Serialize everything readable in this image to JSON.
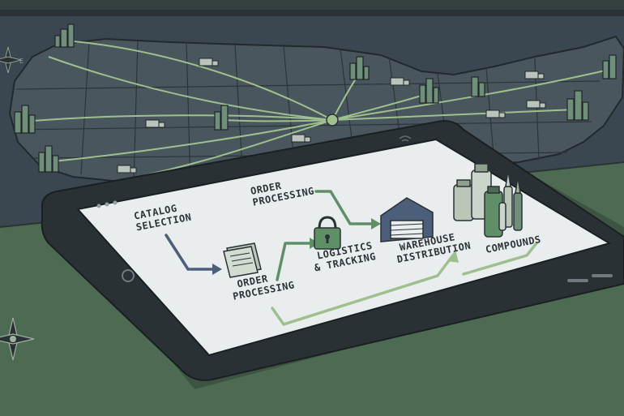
{
  "colors": {
    "map_bg": "#3a4650",
    "land": "#4a565e",
    "route": "#9fc08e",
    "table": "#4d6a52",
    "tablet_body": "#2a3135",
    "screen": "#e9edee",
    "accent_green": "#5f8f67",
    "accent_blue": "#4b5e7a"
  },
  "tablet": {
    "steps": {
      "catalog_line1": "CATALOG",
      "catalog_line2": "SELECTION",
      "order_top_line1": "ORDER",
      "order_top_line2": "PROCESSING",
      "order_bottom_line1": "ORDER",
      "order_bottom_line2": "PROCESSING",
      "logistics_line1": "LOGISTICS",
      "logistics_line2": "& TRACKING",
      "warehouse_line1": "WAREHOUSE",
      "warehouse_line2": "DISTRIBUTION",
      "compounds": "COMPOUNDS"
    }
  },
  "icons": {
    "compass_top": "compass-rose-icon",
    "compass_bottom": "compass-rose-icon",
    "document": "document-stack-icon",
    "lock": "padlock-icon",
    "warehouse": "warehouse-icon",
    "vials": "vial-cluster-icon",
    "truck": "delivery-truck-icon",
    "city": "city-skyline-icon",
    "wifi": "wifi-icon",
    "home_button": "home-button-icon"
  }
}
